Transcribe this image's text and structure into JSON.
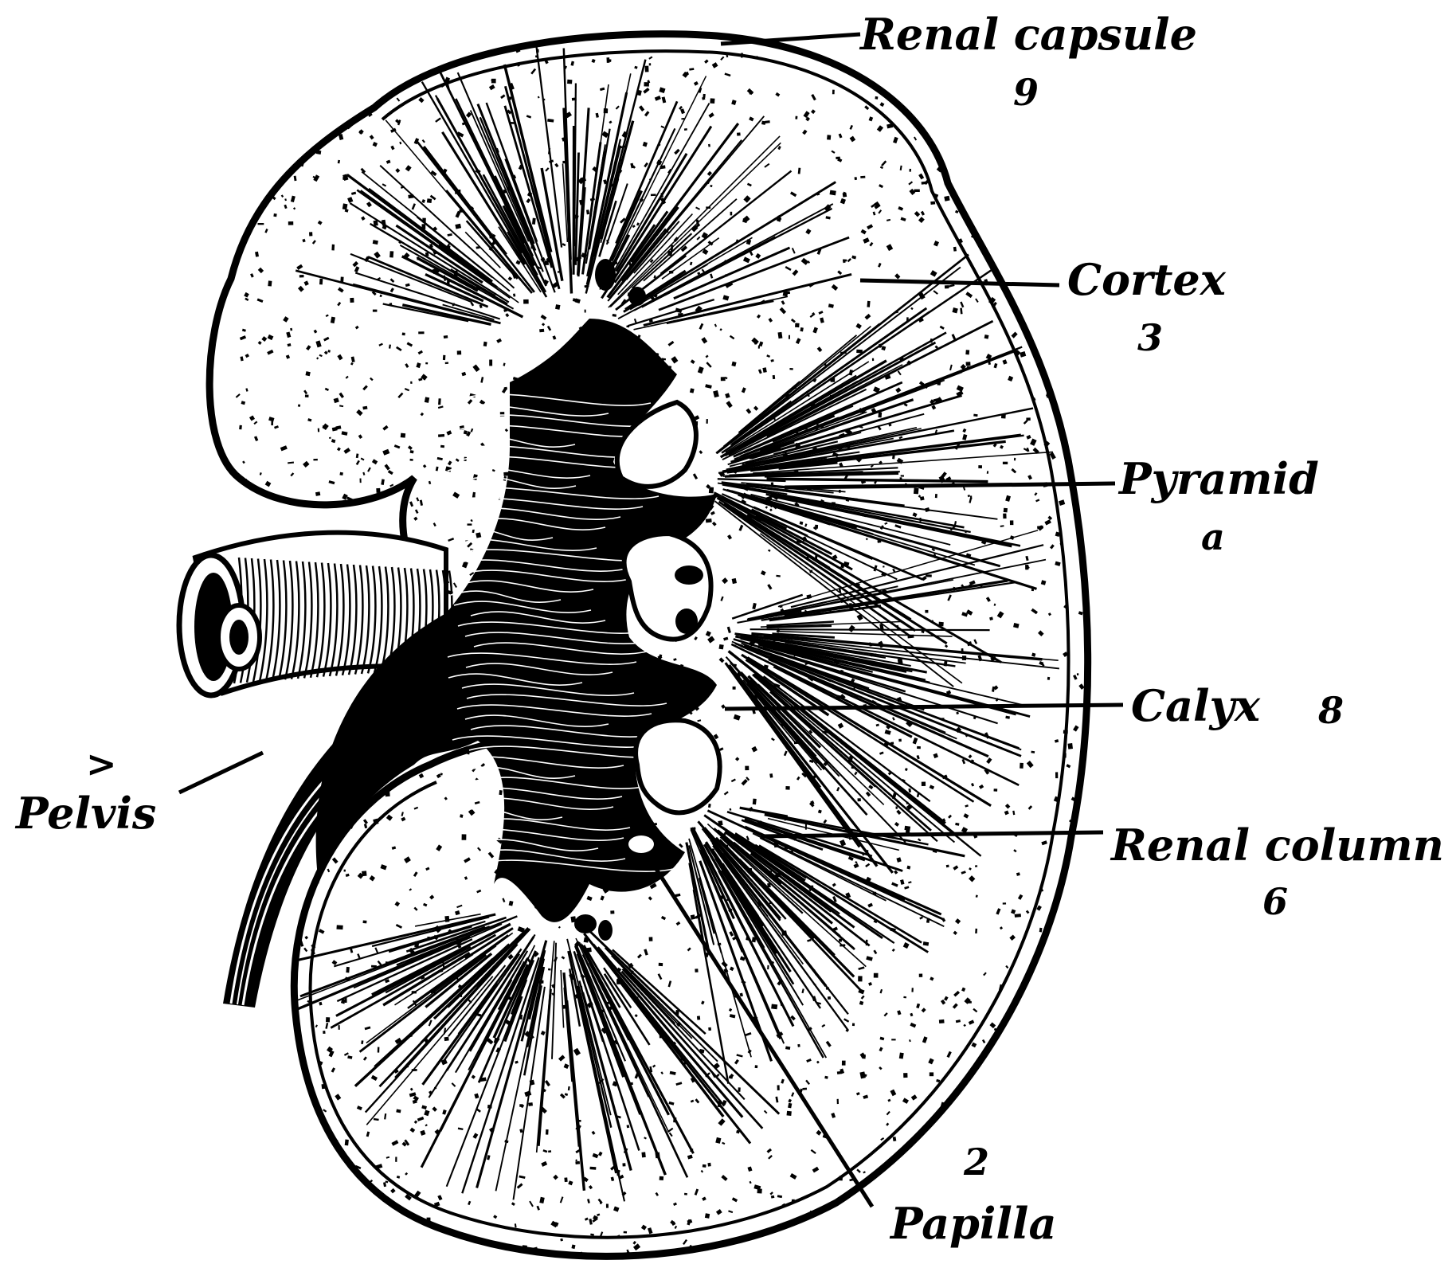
{
  "colors": {
    "ink": "#000000",
    "paper": "#ffffff"
  },
  "labels": {
    "renal_capsule": "Renal capsule",
    "cortex": "Cortex",
    "pyramid": "Pyramid",
    "calyx": "Calyx",
    "renal_column": "Renal column",
    "papilla": "Papilla",
    "pelvis": "Pelvis"
  },
  "annotations": {
    "renal_capsule": "9",
    "cortex": "3",
    "pyramid": "a",
    "calyx": "8",
    "renal_column": "6",
    "papilla": "2",
    "pelvis": ">"
  }
}
